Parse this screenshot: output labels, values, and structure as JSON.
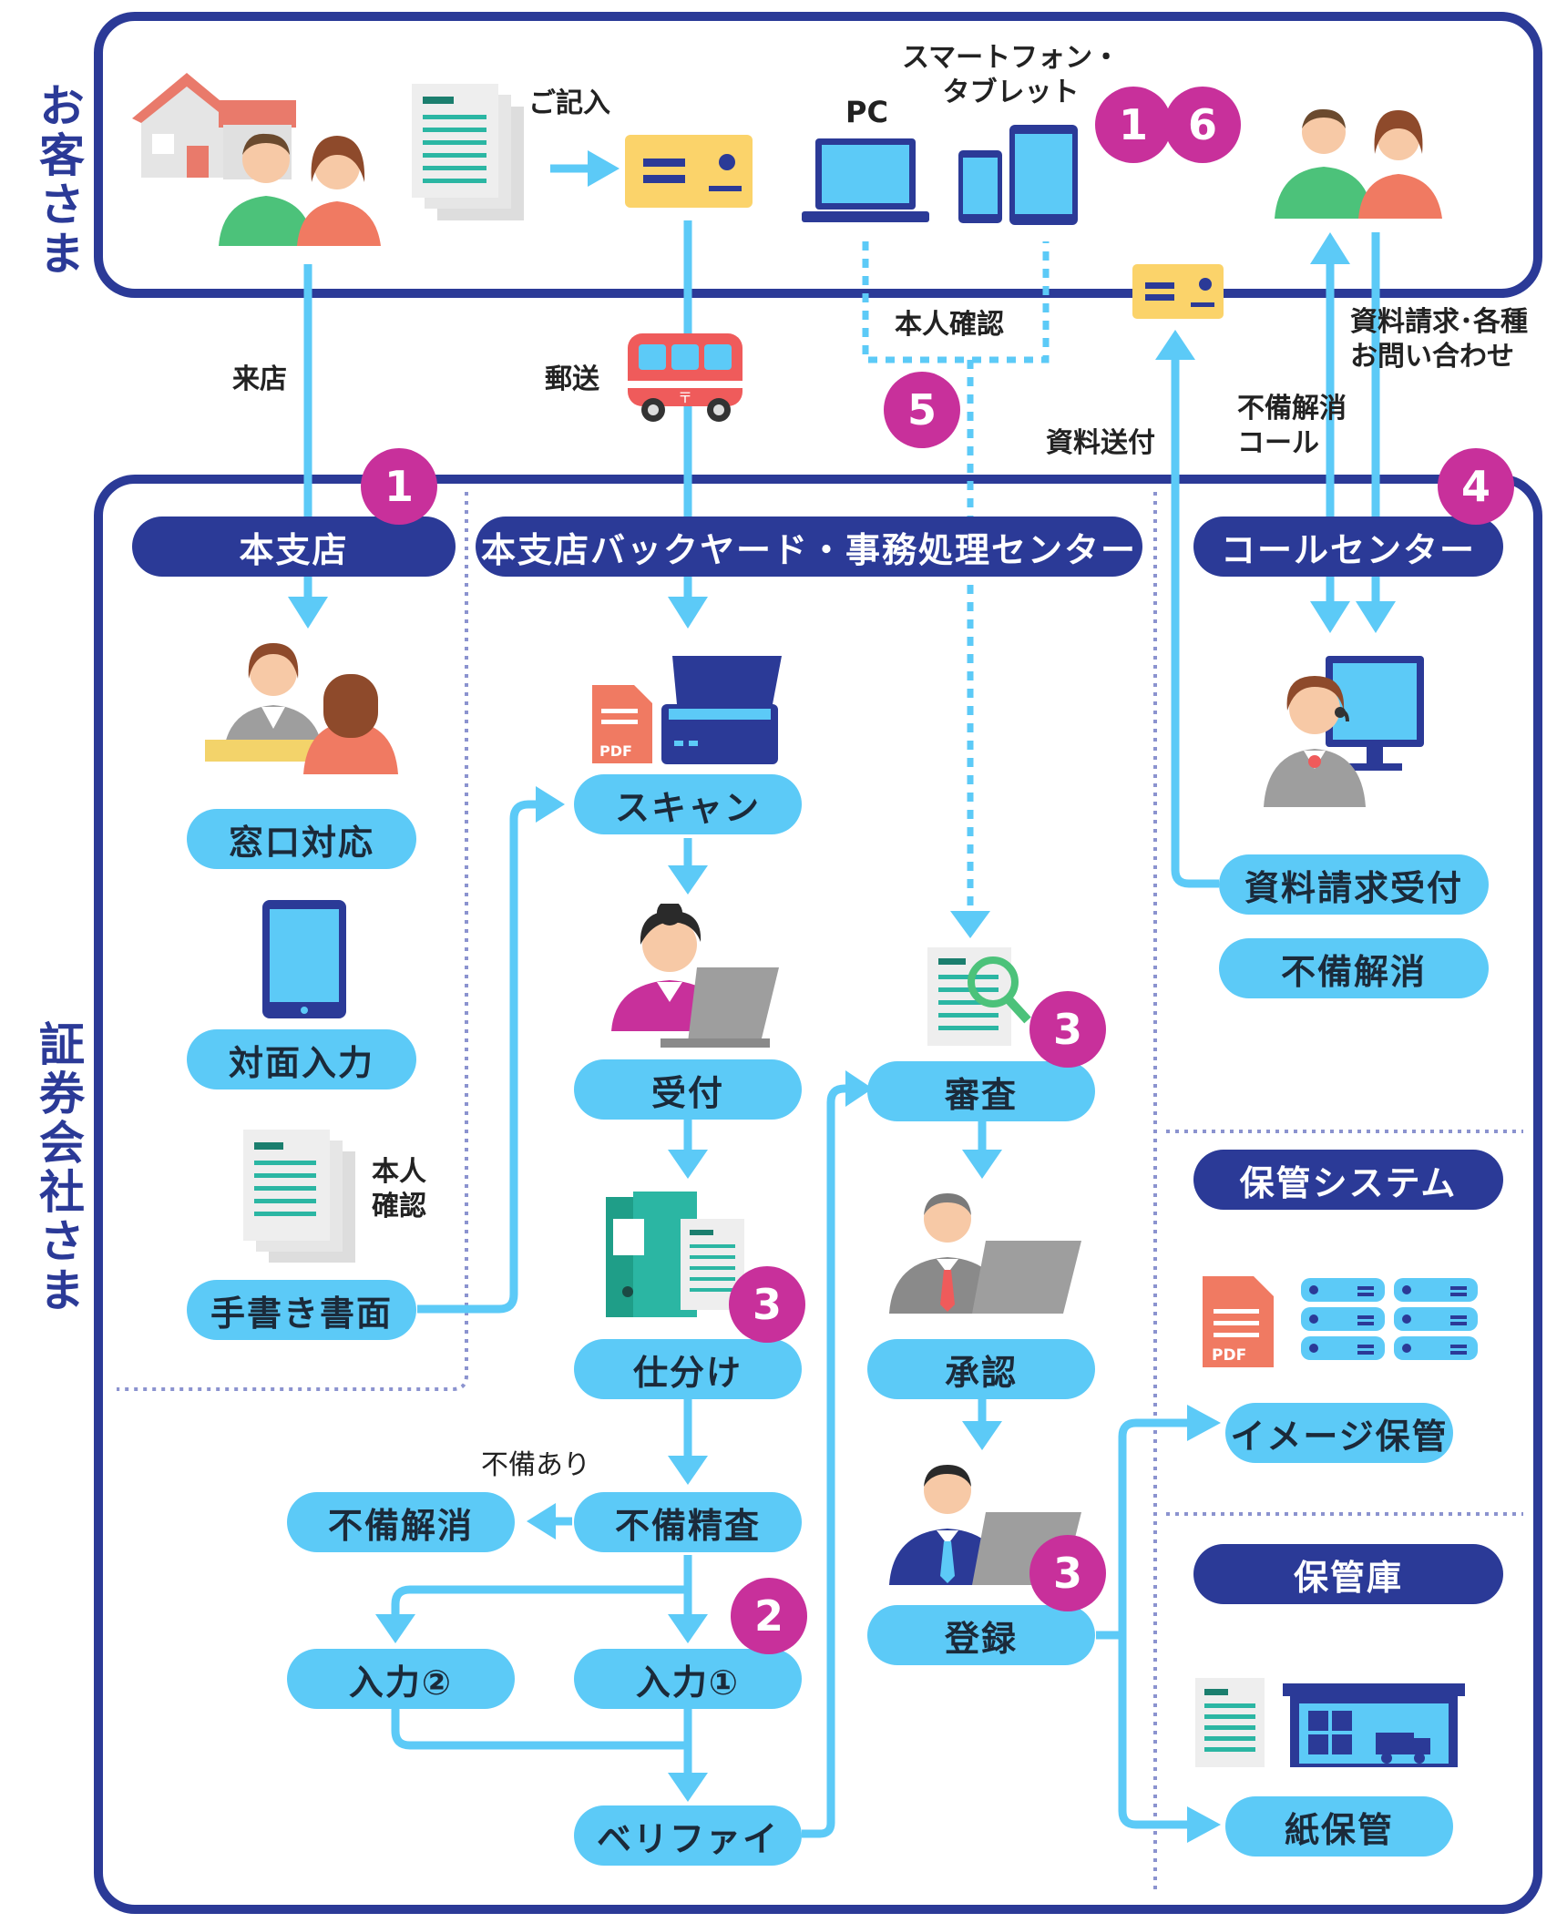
{
  "side_labels": {
    "customer": "お客さま",
    "company": "証券会社さま"
  },
  "customer": {
    "label_fill": "ご記入",
    "label_pc": "PC",
    "label_smartphone": "スマートフォン・\nタブレット",
    "badge_1": "1",
    "badge_6": "6",
    "label_identity": "本人確認",
    "badge_5": "5"
  },
  "flows": {
    "visit": "来店",
    "mail": "郵送",
    "send_docs": "資料送付",
    "defect_call": "不備解消\nコール",
    "inquiry": "資料請求･各種\nお問い合わせ"
  },
  "branch": {
    "header": "本支店",
    "badge": "1",
    "counter": "窓口対応",
    "face_input": "対面入力",
    "handwritten": "手書き書面",
    "identity_note": "本人\n確認"
  },
  "backyard": {
    "header": "本支店バックヤード・事務処理センター",
    "scan": "スキャン",
    "receive": "受付",
    "sort": "仕分け",
    "sort_badge": "3",
    "defect_check": "不備精査",
    "defect_found": "不備あり",
    "defect_resolve": "不備解消",
    "input1": "入力①",
    "input1_badge": "2",
    "input2": "入力②",
    "verify": "ベリファイ",
    "review": "審査",
    "review_badge": "3",
    "approve": "承認",
    "register": "登録",
    "register_badge": "3",
    "pdf_label": "PDF"
  },
  "callcenter": {
    "header": "コールセンター",
    "badge": "4",
    "request": "資料請求受付",
    "resolve": "不備解消"
  },
  "storage": {
    "system_header": "保管システム",
    "image_storage": "イメージ保管",
    "warehouse_header": "保管庫",
    "paper_storage": "紙保管",
    "pdf_label": "PDF"
  },
  "colors": {
    "navy": "#2b3a97",
    "pill": "#5ccaf7",
    "badge": "#c8309b",
    "arrow": "#5ccaf7"
  }
}
